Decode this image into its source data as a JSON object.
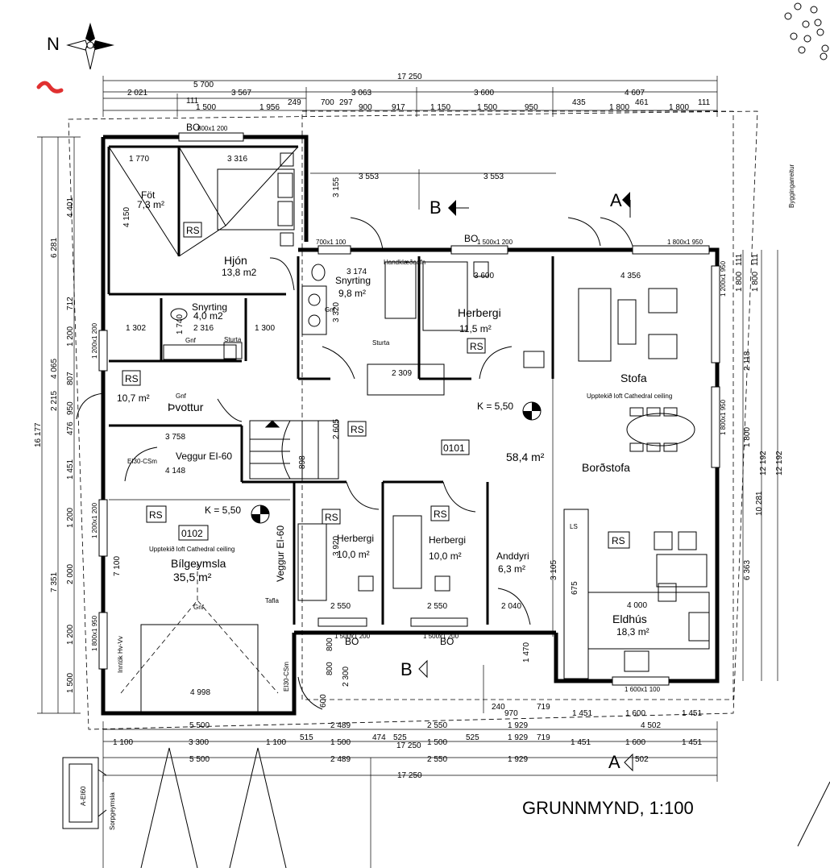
{
  "title": "GRUNNMYND, 1:100",
  "north_label": "N",
  "top_dims": {
    "overall": "17 250",
    "row2": [
      "5 700",
      "3 063",
      "3 600",
      "4 607"
    ],
    "row3": [
      "2 021",
      "3 567"
    ],
    "row4": [
      "111",
      "1 500",
      "1 956",
      "249",
      "700",
      "297",
      "900",
      "917",
      "1 150",
      "1 500",
      "950",
      "435",
      "1 800",
      "461",
      "1 800",
      "111"
    ],
    "inner": [
      "1 770",
      "3 316",
      "3 553",
      "3 553",
      "3 174",
      "3 600",
      "4 356",
      "1 302",
      "2 316",
      "1 300",
      "3 758",
      "4 148",
      "2 309",
      "2 550",
      "2 550",
      "2 040",
      "4 000",
      "4 998"
    ]
  },
  "bottom_dims": {
    "row1": [
      "5 500",
      "2 489",
      "2 550",
      "1 929",
      "4 502"
    ],
    "row2": [
      "1 100",
      "3 300",
      "1 100",
      "515",
      "1 500",
      "474",
      "525",
      "1 500",
      "525",
      "1 929",
      "719",
      "1 451",
      "1 600",
      "1 451"
    ],
    "row3": [
      "5 500",
      "2 489",
      "2 550",
      "1 929",
      "502"
    ],
    "overall": "17 250",
    "mid": [
      "17 250"
    ],
    "misc": [
      "240",
      "970",
      "719",
      "1 451",
      "1 600",
      "1 451"
    ]
  },
  "left_dims": [
    "16 177",
    "6 281",
    "4 401",
    "4 150",
    "712",
    "1 200",
    "4 065",
    "807",
    "2 215",
    "950",
    "476",
    "1 451",
    "7 351",
    "1 200",
    "2 000",
    "1 200",
    "1 500",
    "7 100"
  ],
  "right_dims": [
    "111",
    "1 800",
    "111",
    "1 800",
    "2 118",
    "1 800",
    "12 192",
    "12 192",
    "10 281",
    "6 363"
  ],
  "inner_vertical": [
    "3 155",
    "3 320",
    "3 920",
    "3 105",
    "1 740",
    "2 605",
    "898",
    "1 470",
    "2 300",
    "800",
    "600",
    "800",
    "675"
  ],
  "rooms": [
    {
      "name": "Föt",
      "area": "7,3 m²"
    },
    {
      "name": "Hjón",
      "area": "13,8 m2"
    },
    {
      "name": "Snyrting",
      "area": "9,8 m²"
    },
    {
      "name": "Herbergi",
      "area": "11,5 m²"
    },
    {
      "name": "Snyrting",
      "area": "4,0 m2"
    },
    {
      "name": "Þvottur",
      "area": "10,7 m²"
    },
    {
      "name": "Stofa",
      "note": "Upptekið loft Cathedral ceiling"
    },
    {
      "name": "Borðstofa",
      "area": "58,4 m²"
    },
    {
      "name": "Bílgeymsla",
      "area": "35,5 m²",
      "note": "Upptekið loft Cathedral ceiling"
    },
    {
      "name": "Herbergi",
      "area": "10,0 m²"
    },
    {
      "name": "Herbergi",
      "area": "10,0 m²"
    },
    {
      "name": "Anddyri",
      "area": "6,3 m²"
    },
    {
      "name": "Eldhús",
      "area": "18,3 m²"
    }
  ],
  "tags": {
    "rs": "RS",
    "bo": "BO",
    "gnf": "Gnf",
    "sturta": "Sturta",
    "ls": "LS",
    "tafla": "Tafla",
    "zone1": "0101",
    "zone2": "0102",
    "k1": "K = 5,50",
    "k2": "K = 5,50",
    "veggur_ei60": "Veggur EI-60",
    "veggur_ei60_v": "Veggur EI-60",
    "ei30": "EI30-CSm",
    "ei30b": "EI30-CSm",
    "inntok": "Inntök Hv-Vv",
    "sorp": "Sorpgeymsla",
    "a_ei60": "A-EI60",
    "byggingarreitur": "Byggingarreitur",
    "windows": [
      "1 800x1 950",
      "700x1 100",
      "1 500x1 200",
      "1 500x1 200",
      "1 500x1 200",
      "1 600x1 100",
      "1 200x1 950",
      "1 200x1 200",
      "1 200x1 200",
      "1 800x1 950",
      "1 800x1 950",
      "800x1 200",
      "Handklæðaofn"
    ]
  },
  "sections": {
    "a": "A",
    "b": "B"
  }
}
